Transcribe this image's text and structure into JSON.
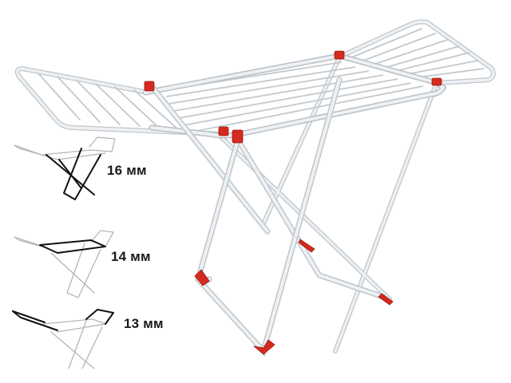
{
  "product": {
    "name": "Clothes drying rack",
    "frame_color": "#e8ecef",
    "frame_shade": "#b9c0c6",
    "joint_color": "#d42a1f",
    "joint_dark": "#9e1a12"
  },
  "diagrams": [
    {
      "id": "legs",
      "label": "16 мм",
      "highlight": "legs"
    },
    {
      "id": "center-frame",
      "label": "14 мм",
      "highlight": "center-frame"
    },
    {
      "id": "wings",
      "label": "13 мм",
      "highlight": "wings"
    }
  ],
  "colors": {
    "highlight": "#111111",
    "muted": "#b5b5b5",
    "label": "#1a1a1a"
  }
}
